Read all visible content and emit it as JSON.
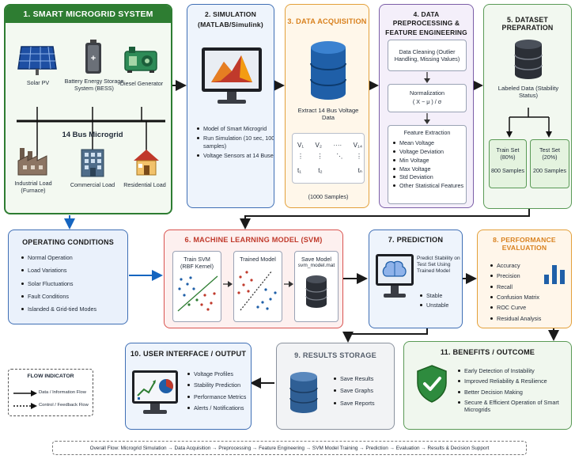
{
  "s1": {
    "title": "1. SMART MICROGRID SYSTEM",
    "solar": "Solar PV",
    "battery": "Battery Energy Storage System (BESS)",
    "diesel": "Diesel Generator",
    "bus": "14 Bus Microgrid",
    "industrial": "Industrial Load (Furnace)",
    "commercial": "Commercial Load",
    "residential": "Residential Load"
  },
  "s2": {
    "title": "2. SIMULATION (MATLAB/Simulink)",
    "items": [
      "Model of Smart Microgrid",
      "Run Simulation (10 sec, 1000 samples)",
      "Voltage Sensors at 14 Buses"
    ]
  },
  "s3": {
    "title": "3. DATA ACQUISITION",
    "extract": "Extract 14 Bus Voltage Data",
    "matrix": {
      "v1": "V₁",
      "v2": "V₂",
      "dots": "····",
      "v14": "V₁₄",
      "t1": "t₁",
      "t2": "t₂",
      "tn": "tₙ"
    },
    "samples": "(1000 Samples)"
  },
  "s4": {
    "title": "4. DATA PREPROCESSING & FEATURE ENGINEERING",
    "cleaning": "Data Cleaning (Outlier Handling, Missing Values)",
    "normalization": "Normalization",
    "formula": "( X − μ ) / σ",
    "extraction": "Feature Extraction",
    "features": [
      "Mean Voltage",
      "Voltage Deviation",
      "Min Voltage",
      "Max Voltage",
      "Std Deviation",
      "Other Statistical Features"
    ]
  },
  "s5": {
    "title": "5. DATASET PREPARATION",
    "labeled": "Labeled Data (Stability Status)",
    "train_title": "Train Set",
    "train_pct": "(80%)",
    "train_samples": "800 Samples",
    "test_title": "Test Set",
    "test_pct": "(20%)",
    "test_samples": "200 Samples"
  },
  "op": {
    "title": "OPERATING CONDITIONS",
    "items": [
      "Normal Operation",
      "Load Variations",
      "Solar Fluctuations",
      "Fault Conditions",
      "Islanded & Grid-tied Modes"
    ]
  },
  "s6": {
    "title": "6. MACHINE LEARNING MODEL (SVM)",
    "train": "Train SVM",
    "kernel": "(RBF Kernel)",
    "trained": "Trained Model",
    "save": "Save Model",
    "file": "svm_model.mat"
  },
  "s7": {
    "title": "7. PREDICTION",
    "desc": "Predict Stability on Test Set Using Trained Model",
    "outcomes": [
      "Stable",
      "Unstable"
    ]
  },
  "s8": {
    "title": "8. PERFORMANCE EVALUATION",
    "items": [
      "Accuracy",
      "Precision",
      "Recall",
      "Confusion Matrix",
      "ROC Curve",
      "Residual Analysis"
    ]
  },
  "s9": {
    "title": "9. RESULTS STORAGE",
    "items": [
      "Save Results",
      "Save Graphs",
      "Save Reports"
    ]
  },
  "s10": {
    "title": "10. USER INTERFACE / OUTPUT",
    "items": [
      "Voltage Profiles",
      "Stability Prediction",
      "Performance Metrics",
      "Alerts / Notifications"
    ]
  },
  "s11": {
    "title": "11. BENEFITS / OUTCOME",
    "items": [
      "Early Detection of Instability",
      "Improved Reliability & Resilience",
      "Better Decision Making",
      "Secure & Efficient Operation of Smart Microgrids"
    ]
  },
  "legend": {
    "title": "FLOW INDICATOR",
    "data_flow": "Data / Information Flow",
    "control_flow": "Control / Feedback Flow"
  },
  "overall": "Overall Flow: Microgrid Simulation → Data Acquisition → Preprocessing → Feature Engineering → SVM Model Training → Prediction → Evaluation → Results & Decision Support",
  "colors": {
    "green": "#2e7d32",
    "blue": "#1565c0",
    "orange": "#e38b1b",
    "purple": "#6a4c93",
    "red": "#c0392b",
    "grey": "#555e6b"
  }
}
